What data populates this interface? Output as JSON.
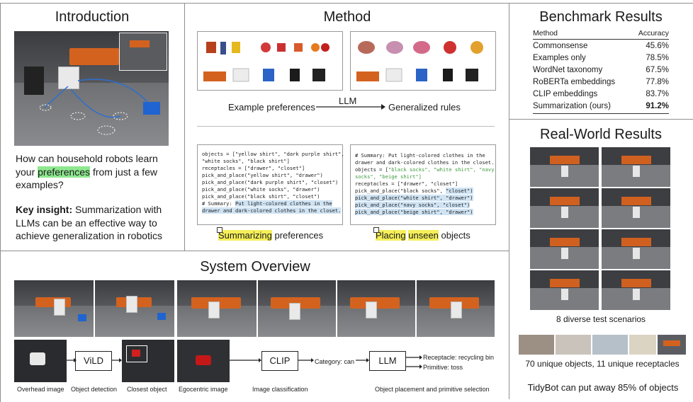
{
  "sections": {
    "introduction": "Introduction",
    "method": "Method",
    "benchmark": "Benchmark Results",
    "real_world": "Real-World Results",
    "system": "System Overview"
  },
  "intro": {
    "q_pre": "How can household robots learn your ",
    "q_hl": "preferences",
    "q_post": " from just a few examples?",
    "insight_bold": "Key insight:",
    "insight_text": " Summarization with LLMs can be an effective way to achieve generalization in robotics"
  },
  "method": {
    "left_label": "Example preferences",
    "llm_label": "LLM",
    "right_label": "Generalized rules",
    "code_left": [
      "objects = [\"yellow shirt\", \"dark purple shirt\",",
      "\"white socks\", \"black shirt\"]",
      "receptacles = [\"drawer\", \"closet\"]",
      "pick_and_place(\"yellow shirt\", \"drawer\")",
      "pick_and_place(\"dark purple shirt\", \"closet\")",
      "pick_and_place(\"white socks\", \"drawer\")",
      "pick_and_place(\"black shirt\", \"closet\")"
    ],
    "code_left_summary_prefix": "# Summary: ",
    "code_left_summary_hl1": "Put light-colored clothes in the",
    "code_left_summary_hl2": "drawer and dark-colored clothes in the closet.",
    "code_right_summary": [
      "# Summary: Put light-colored clothes in the",
      "drawer and dark-colored clothes in the closet."
    ],
    "code_right_obj_prefix": "objects = [",
    "code_right_obj_green1": "\"black socks\", \"white shirt\", \"navy",
    "code_right_obj_green2": "socks\", \"beige shirt\"]",
    "code_right_rec": "receptacles = [\"drawer\", \"closet\"]",
    "code_right_first_pre": "pick_and_place(\"black socks\", ",
    "code_right_first_hl": "\"closet\")",
    "code_right_rest": [
      "pick_and_place(\"white shirt\", \"drawer\")",
      "pick_and_place(\"navy socks\", \"closet\")",
      "pick_and_place(\"beige shirt\", \"drawer\")"
    ],
    "cap_left_hl": "Summarizing",
    "cap_left_rest": " preferences",
    "cap_right_hl1": "Placing",
    "cap_right_mid": " ",
    "cap_right_hl2": "unseen",
    "cap_right_rest": " objects"
  },
  "benchmark": {
    "col_method": "Method",
    "col_acc": "Accuracy",
    "rows": [
      {
        "m": "Commonsense",
        "a": "45.6%"
      },
      {
        "m": "Examples only",
        "a": "78.5%"
      },
      {
        "m": "WordNet taxonomy",
        "a": "67.5%"
      },
      {
        "m": "RoBERTa embeddings",
        "a": "77.8%"
      },
      {
        "m": "CLIP embeddings",
        "a": "83.7%"
      },
      {
        "m": "Summarization (ours)",
        "a": "91.2%"
      }
    ]
  },
  "real_world": {
    "scenarios": "8 diverse test scenarios",
    "objects": "70 unique objects, 11 unique receptacles",
    "tidybot": "TidyBot can put away 85% of objects"
  },
  "system": {
    "vild": "ViLD",
    "clip": "CLIP",
    "llm": "LLM",
    "category": "Category: can",
    "receptacle": "Receptacle: recycling bin",
    "primitive": "Primitive: toss",
    "cap_overhead": "Overhead image",
    "cap_detection": "Object detection",
    "cap_closest": "Closest object",
    "cap_egocentric": "Egocentric image",
    "cap_classification": "Image classification",
    "cap_placement": "Object placement and primitive selection"
  },
  "colors": {
    "highlight_yellow": "#f6ef5a",
    "highlight_green": "#8ee88e",
    "code_blue": "#cfe3f3",
    "sofa_orange": "#d4621f"
  }
}
